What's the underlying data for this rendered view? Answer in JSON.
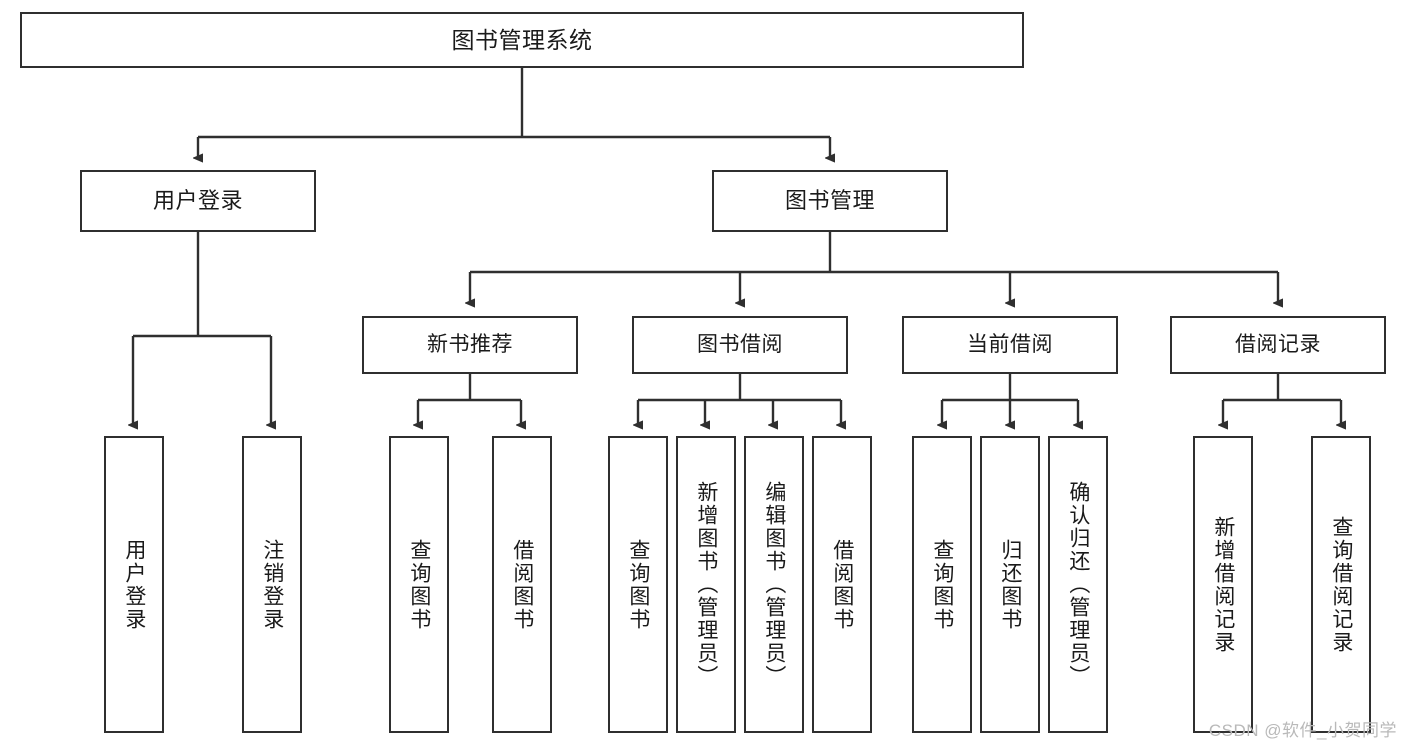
{
  "diagram": {
    "title": "图书管理系统",
    "type": "hierarchy-tree",
    "watermark": "CSDN @软件_小贺同学",
    "colors": {
      "box_border": "#2f2f2f",
      "box_fill": "#ffffff",
      "connector": "#2f2f2f",
      "text": "#1a1a1a",
      "watermark": "#b9b9b9"
    },
    "root": {
      "label": "图书管理系统"
    },
    "level2": [
      {
        "label": "用户登录"
      },
      {
        "label": "图书管理"
      }
    ],
    "level3": [
      {
        "label": "新书推荐"
      },
      {
        "label": "图书借阅"
      },
      {
        "label": "当前借阅"
      },
      {
        "label": "借阅记录"
      }
    ],
    "leaves": {
      "user_login": [
        {
          "label": "用户登录"
        },
        {
          "label": "注销登录"
        }
      ],
      "new_book_recommend": [
        {
          "label": "查询图书"
        },
        {
          "label": "借阅图书"
        }
      ],
      "book_borrow": [
        {
          "label": "查询图书"
        },
        {
          "label": "新增图书（管理员）"
        },
        {
          "label": "编辑图书（管理员）"
        },
        {
          "label": "借阅图书"
        }
      ],
      "current_borrow": [
        {
          "label": "查询图书"
        },
        {
          "label": "归还图书"
        },
        {
          "label": "确认归还（管理员）"
        }
      ],
      "borrow_record": [
        {
          "label": "新增借阅记录"
        },
        {
          "label": "查询借阅记录"
        }
      ]
    }
  }
}
